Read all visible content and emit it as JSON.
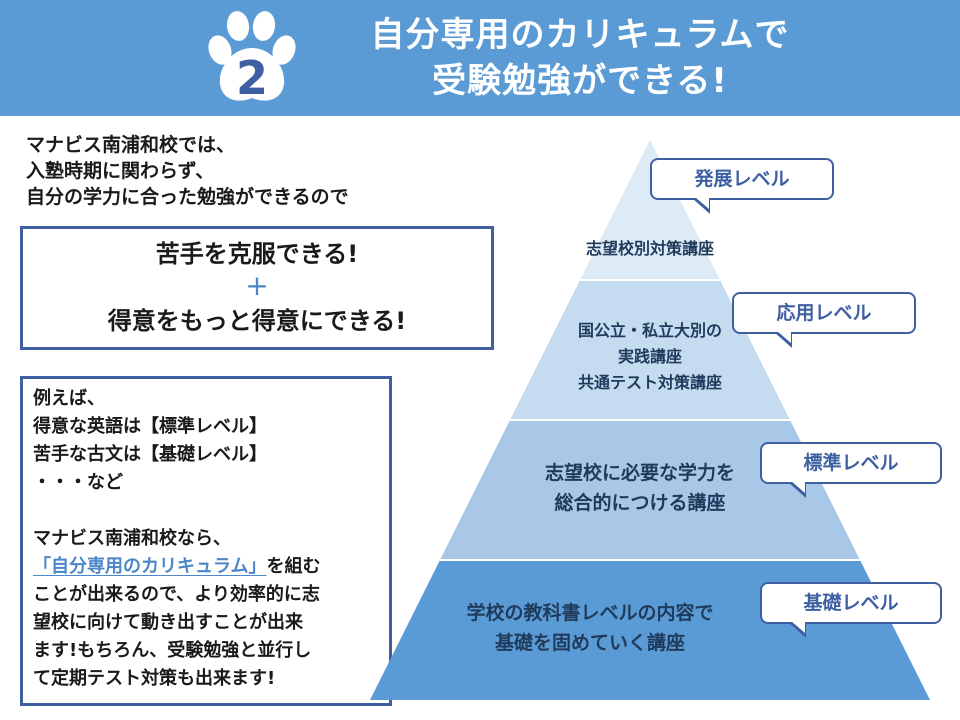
{
  "header": {
    "badge_number": "2",
    "title_line1": "自分専用のカリキュラムで",
    "title_line2": "受験勉強ができる!"
  },
  "intro": {
    "line1": "マナビス南浦和校では、",
    "line2": "入塾時期に関わらず、",
    "line3": "自分の学力に合った勉強ができるので"
  },
  "highlight": {
    "line1": "苦手を克服できる!",
    "plus": "+",
    "line2": "得意をもっと得意にできる!"
  },
  "example": {
    "line1": "例えば、",
    "line2": "得意な英語は【標準レベル】",
    "line3": "苦手な古文は【基礎レベル】",
    "line4": "・・・など",
    "line5": "マナビス南浦和校なら、",
    "quote": "「自分専用のカリキュラム」",
    "line6_rest": "を組む",
    "line7": "ことが出来るので、より効率的に志",
    "line8": "望校に向けて動き出すことが出来",
    "line9": "ます!もちろん、受験勉強と並行し",
    "line10": "て定期テスト対策も出来ます!"
  },
  "pyramid": {
    "layers": [
      {
        "lines": [
          "志望校別対策講座"
        ],
        "level": "発展レベル",
        "color": "#ddebf7"
      },
      {
        "lines": [
          "国公立・私立大別の",
          "実践講座",
          "共通テスト対策講座"
        ],
        "level": "応用レベル",
        "color": "#c5dbf0"
      },
      {
        "lines": [
          "志望校に必要な学力を",
          "総合的につける講座"
        ],
        "level": "標準レベル",
        "color": "#a9c8e8"
      },
      {
        "lines": [
          "学校の教科書レベルの内容で",
          "基礎を固めていく講座"
        ],
        "level": "基礎レベル",
        "color": "#5b9bd5"
      }
    ]
  },
  "colors": {
    "header_bg": "#5b9bd5",
    "box_border": "#3f5fa3",
    "accent": "#4a86c8"
  },
  "icons": {
    "badge": "paw-icon"
  }
}
